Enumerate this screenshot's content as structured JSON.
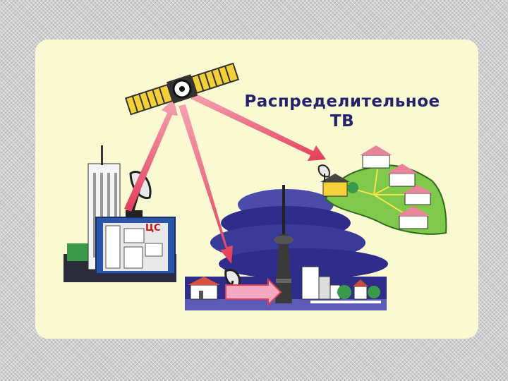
{
  "title": {
    "line1": "Распределительное",
    "line2": "ТВ"
  },
  "station_label": "ЦС",
  "colors": {
    "title": "#23236b",
    "arrow": "#e8566f",
    "station_label": "#cc1111",
    "panel": "#fbf9d2",
    "water": "#2e2e8a",
    "satellite_panel": "#f3cf3a"
  },
  "icons": {
    "satellite": "satellite-icon",
    "central_station": "central-station-icon",
    "dish": "satellite-dish-icon",
    "tv_tower": "tv-tower-icon",
    "houses": "house-icon"
  }
}
